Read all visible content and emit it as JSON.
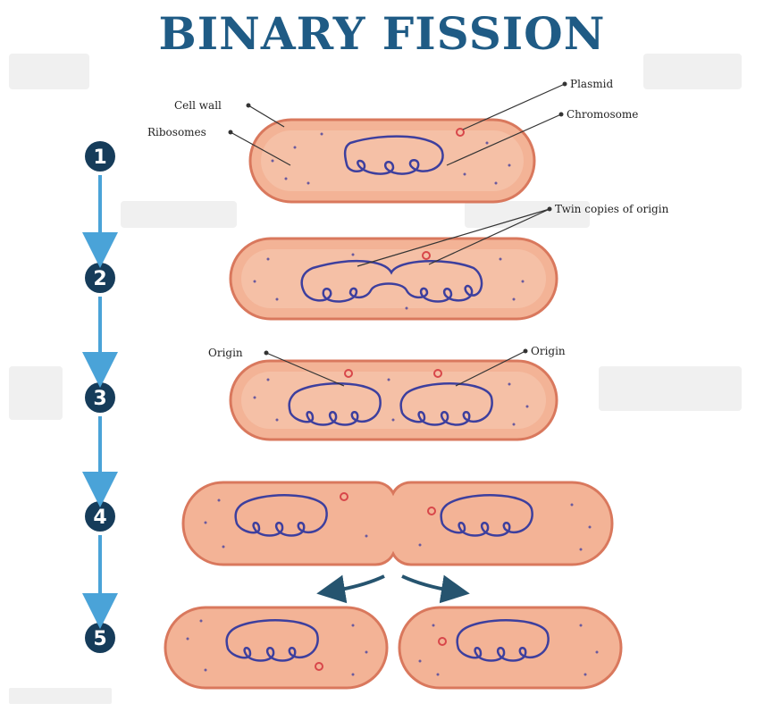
{
  "title": "BINARY FISSION",
  "labels": {
    "cell_wall": "Cell wall",
    "ribosomes": "Ribosomes",
    "plasmid": "Plasmid",
    "chromosome": "Chromosome",
    "twin_copies": "Twin copies of origin",
    "origin_left": "Origin",
    "origin_right": "Origin"
  },
  "steps": [
    "1",
    "2",
    "3",
    "4",
    "5"
  ],
  "colors": {
    "cell_fill": "#f3b396",
    "cell_stroke": "#d9785d",
    "cell_inner": "#f7c8b0",
    "dna": "#3d3f9e",
    "plasmid": "#d8474a",
    "step_circle": "#163c5a",
    "arrow": "#4aa3d8",
    "division_arrow": "#26546f",
    "title": "#1f5b85"
  }
}
